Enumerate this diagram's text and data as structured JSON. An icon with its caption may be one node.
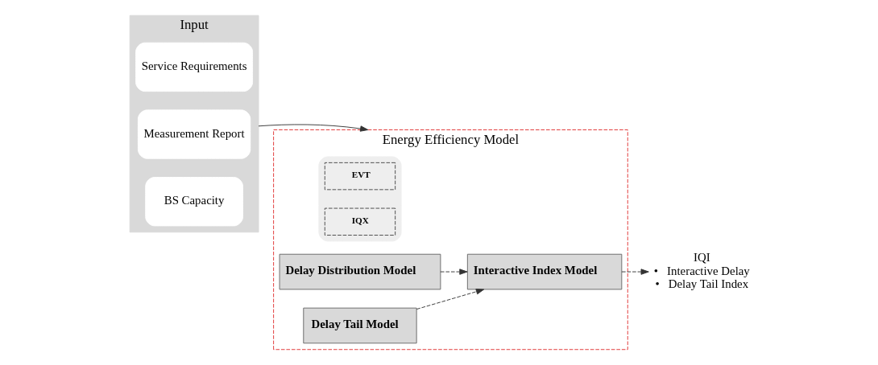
{
  "diagram": {
    "nodes": [
      {
        "text": [
          "Input"
        ]
      },
      {
        "text": [
          "Service Requirements"
        ],
        "in": 0
      },
      {
        "text": [
          "Measurement Report"
        ],
        "in": 0
      },
      {
        "text": [
          "BS Capacity"
        ],
        "in": 0
      },
      {
        "text": [
          "Energy Efficiency Model"
        ]
      },
      {
        "text": [
          "Delay Distribution Model"
        ],
        "in": 4
      },
      {
        "text": [
          "Delay Tail Model"
        ],
        "in": 4
      },
      {
        "text": [
          "Interactive Index Model"
        ],
        "in": 4
      },
      {
        "text": [],
        "shape": "box",
        "in": 4
      },
      {
        "text": [
          "EVT"
        ],
        "in": 8
      },
      {
        "text": [
          "IQX"
        ],
        "in": 8
      },
      {
        "text": [
          "IQI",
          "•   Interactive Delay",
          "•   Delay Tail Index"
        ]
      }
    ],
    "edges": [
      {
        "from": 0,
        "to": 4,
        "arrow": "to"
      },
      {
        "from": 5,
        "to": 7,
        "arrow": "to",
        "style": "dashed"
      },
      {
        "from": 6,
        "to": 7,
        "arrow": "to",
        "style": "dashed"
      },
      {
        "from": 7,
        "to": 11,
        "arrow": "to",
        "style": "dashed"
      }
    ]
  }
}
